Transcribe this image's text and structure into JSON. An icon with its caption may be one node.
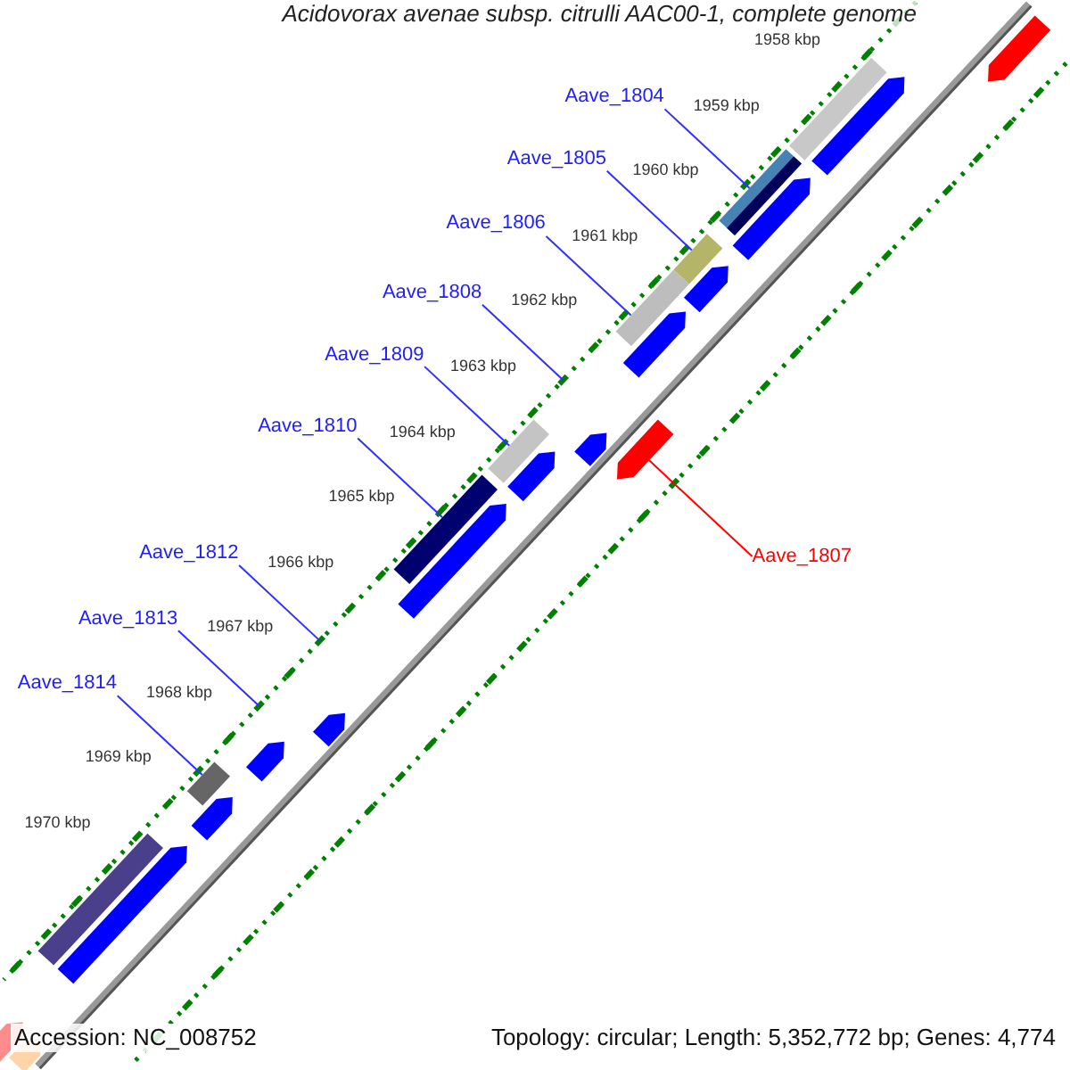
{
  "diagram": {
    "title": "Acidovorax avenae subsp. citrulli AAC00-1, complete genome",
    "nodes": [
      {
        "text": [
          "Aave_1804"
        ]
      },
      {
        "text": [],
        "shape": "bar"
      },
      {
        "text": [
          "Aave_1805"
        ]
      },
      {
        "text": [],
        "shape": "bar"
      },
      {
        "text": [
          "Aave_1806"
        ]
      },
      {
        "text": [],
        "shape": "bar"
      },
      {
        "text": [
          "Aave_1808"
        ]
      },
      {
        "text": [
          "Aave_1809"
        ]
      },
      {
        "text": [],
        "shape": "bar"
      },
      {
        "text": [
          "Aave_1810"
        ]
      },
      {
        "text": [],
        "shape": "bar"
      },
      {
        "text": [
          "Aave_1807"
        ]
      },
      {
        "text": [],
        "shape": "arrow"
      },
      {
        "text": [
          "Aave_1812"
        ]
      },
      {
        "text": [
          "Aave_1813"
        ]
      },
      {
        "text": [
          "Aave_1814"
        ]
      },
      {
        "text": [],
        "shape": "bar"
      },
      {
        "text": [],
        "shape": "arrow"
      },
      {
        "text": [],
        "shape": "bar"
      },
      {
        "text": [],
        "shape": "arrow"
      },
      {
        "text": [],
        "shape": "arrow"
      },
      {
        "text": [],
        "shape": "arrow"
      },
      {
        "text": [],
        "shape": "arrow"
      },
      {
        "text": [],
        "shape": "arrow"
      },
      {
        "text": [],
        "shape": "arrow"
      },
      {
        "text": [],
        "shape": "arrow"
      },
      {
        "text": [],
        "shape": "arrow"
      },
      {
        "text": [],
        "shape": "arrow"
      },
      {
        "text": [],
        "shape": "arrow"
      },
      {
        "text": [],
        "shape": "arrow"
      },
      {
        "text": [],
        "shape": "bar"
      },
      {
        "text": [],
        "shape": "arrow"
      },
      {
        "text": [],
        "shape": "arrow"
      }
    ],
    "edges": [
      {
        "from": 0,
        "to": 1,
        "arrow": "none"
      },
      {
        "from": 2,
        "to": 3,
        "arrow": "none"
      },
      {
        "from": 4,
        "to": 5,
        "arrow": "none"
      },
      {
        "from": 6,
        "to": null,
        "arrow": "none"
      },
      {
        "from": 7,
        "to": 8,
        "arrow": "none"
      },
      {
        "from": 9,
        "to": 10,
        "arrow": "none"
      },
      {
        "from": 11,
        "to": 12,
        "arrow": "none",
        "color": "#ff0000"
      },
      {
        "from": 13,
        "to": null,
        "arrow": "none"
      },
      {
        "from": 14,
        "to": null,
        "arrow": "none"
      },
      {
        "from": 15,
        "to": 16,
        "arrow": "none"
      }
    ],
    "labels": [
      "1958 kbp",
      "1959 kbp",
      "1960 kbp",
      "1961 kbp",
      "1962 kbp",
      "1963 kbp",
      "1964 kbp",
      "1965 kbp",
      "1966 kbp",
      "1967 kbp",
      "1968 kbp",
      "1969 kbp",
      "1970 kbp",
      "Accession: NC_008752",
      "Topology: circular; Length: 5,352,772 bp; Genes: 4,774"
    ]
  }
}
